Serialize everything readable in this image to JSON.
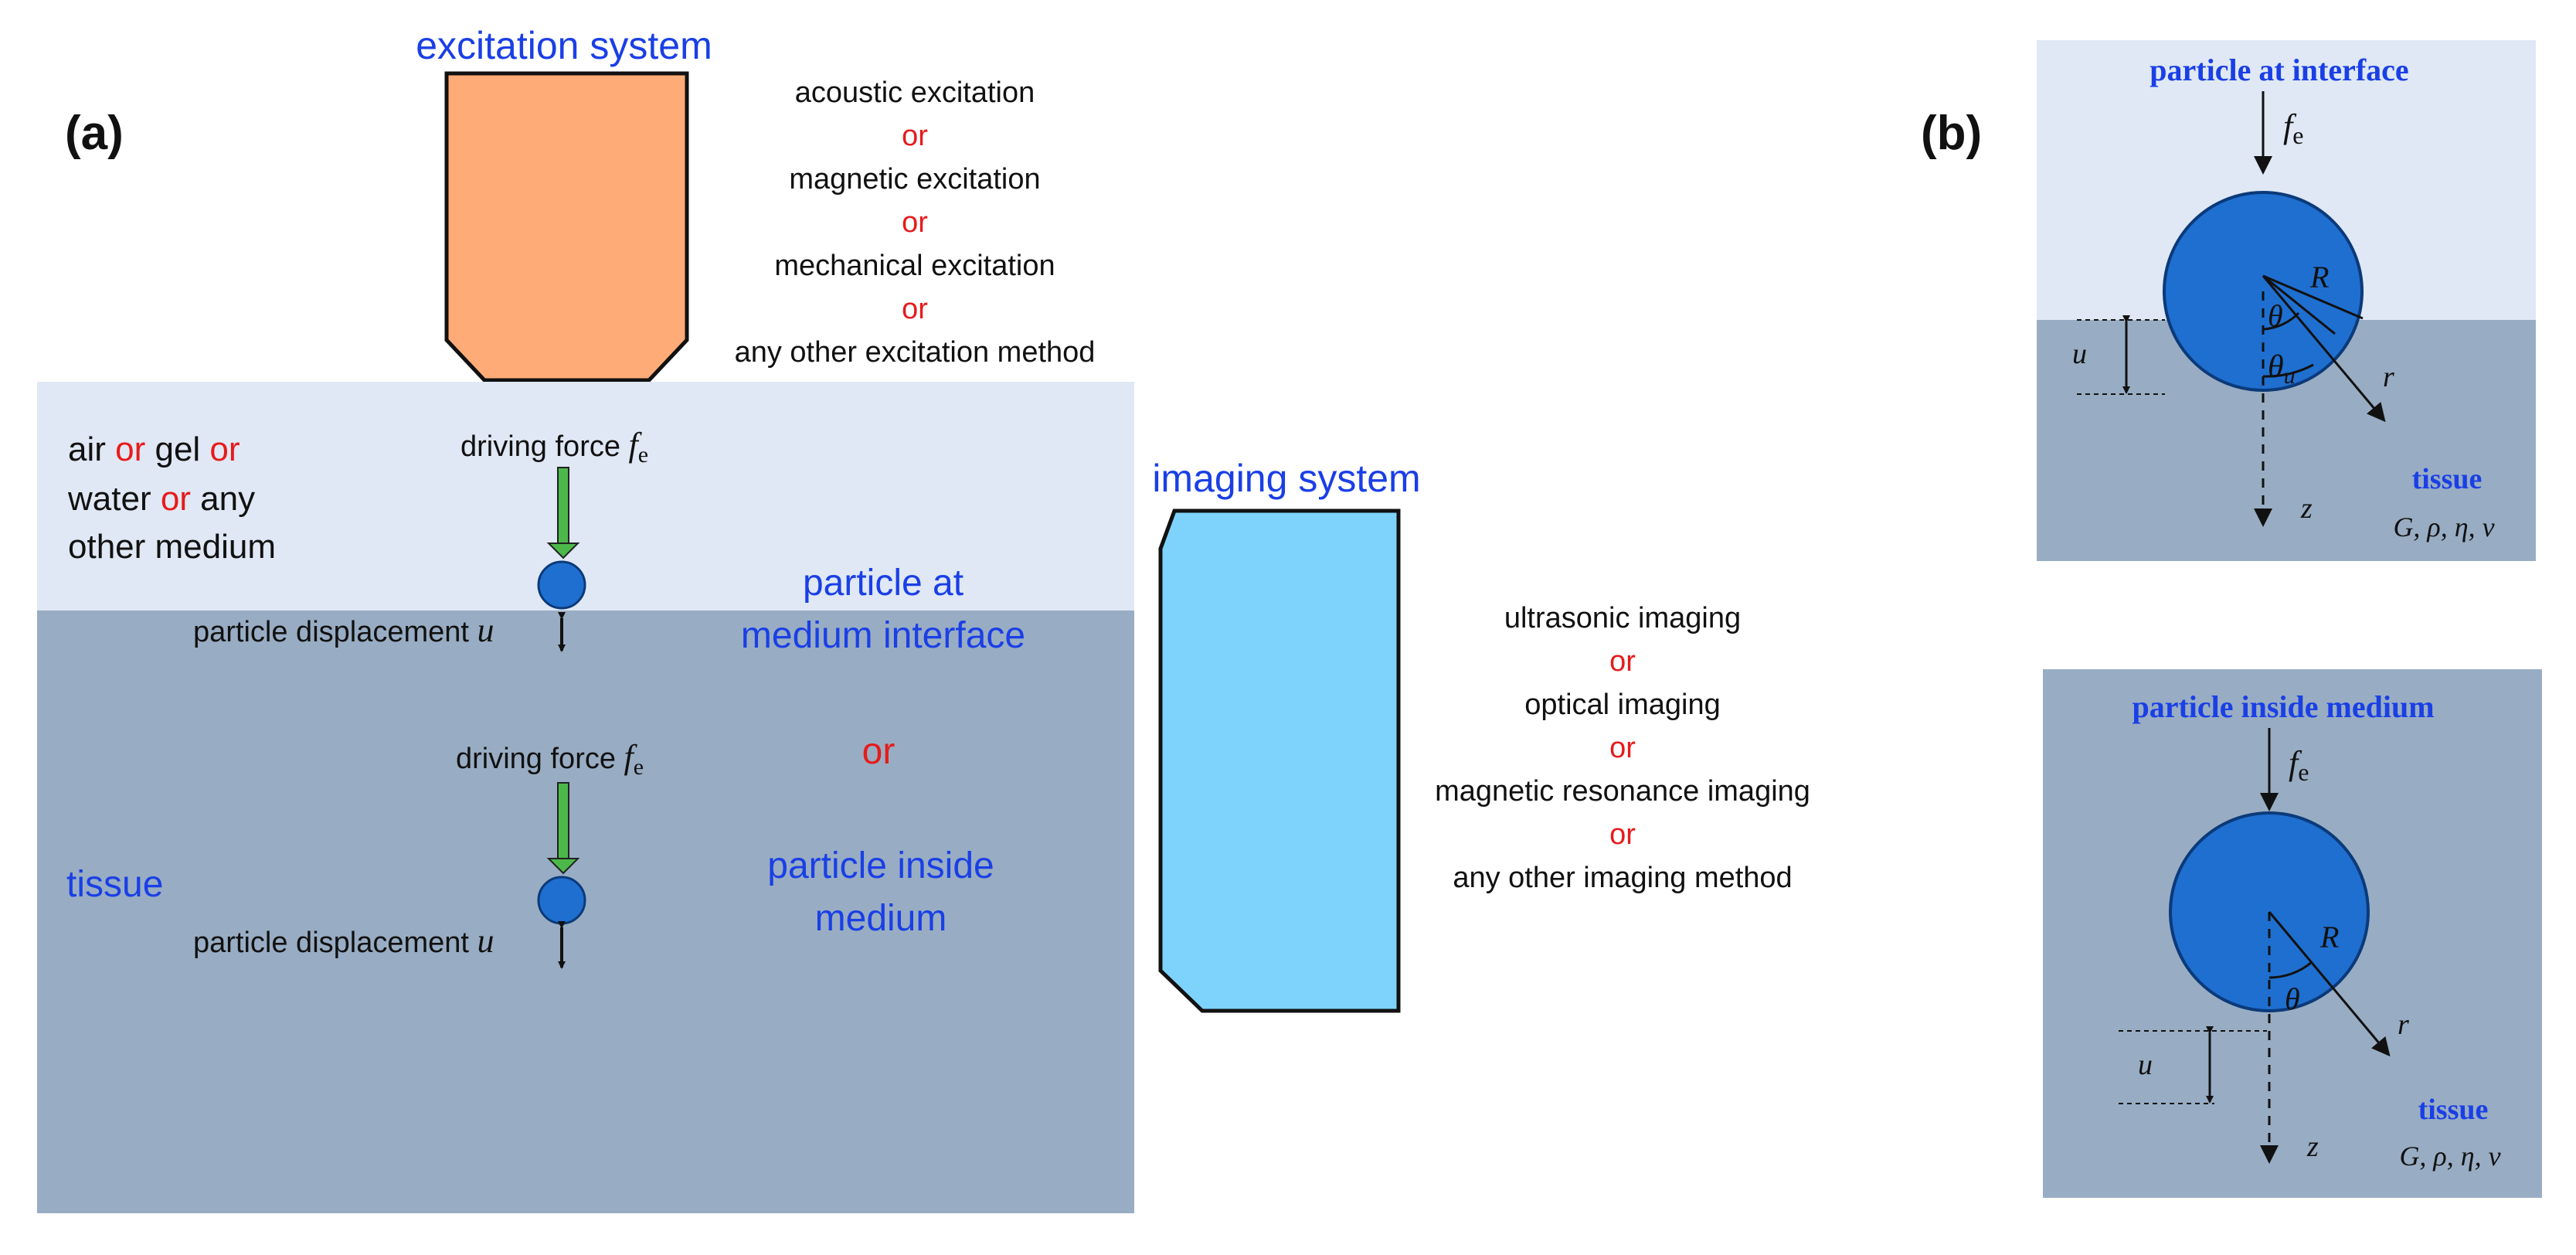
{
  "colors": {
    "blue_text": "#1a3fe6",
    "red_text": "#e61b1b",
    "black_text": "#111111",
    "upper_medium": "#dfe8f4",
    "tissue": "#98adc3",
    "excitation_fill": "#ffab78",
    "imaging_fill": "#7dd3fc",
    "particle": "#1f6fd0",
    "force_arrow": "#4cb84a"
  },
  "panel_a": {
    "label": "(a)",
    "excitation_title": "excitation system",
    "excitation_methods": [
      "acoustic excitation",
      "or",
      "magnetic excitation",
      "or",
      "mechanical excitation",
      "or",
      "any other excitation method"
    ],
    "medium_line1_parts": [
      "air ",
      "or",
      " gel ",
      "or"
    ],
    "medium_line2_parts": [
      "water ",
      "or",
      " any"
    ],
    "medium_line3": "other medium",
    "driving_force_text": "driving force ",
    "driving_force_symbol": "f",
    "driving_force_sub": "e",
    "displacement_text": "particle displacement ",
    "displacement_symbol": "u",
    "interface_label": [
      "particle at",
      "medium interface"
    ],
    "or_middle": "or",
    "inside_label": [
      "particle inside",
      "medium"
    ],
    "tissue_label": "tissue",
    "imaging_title": "imaging system",
    "imaging_methods": [
      "ultrasonic imaging",
      "or",
      "optical imaging",
      "or",
      "magnetic resonance imaging",
      "or",
      "any other imaging method"
    ]
  },
  "panel_b": {
    "label": "(b)",
    "top": {
      "title": "particle at interface",
      "f": "f",
      "f_sub": "e",
      "R": "R",
      "theta": "θ",
      "theta_u": "θ",
      "theta_u_sub": "u",
      "r": "r",
      "u": "u",
      "z": "z",
      "tissue": "tissue",
      "params": "G, ρ, η, ν"
    },
    "bottom": {
      "title": "particle inside medium",
      "f": "f",
      "f_sub": "e",
      "R": "R",
      "theta": "θ",
      "r": "r",
      "u": "u",
      "z": "z",
      "tissue": "tissue",
      "params": "G, ρ, η, ν"
    }
  }
}
